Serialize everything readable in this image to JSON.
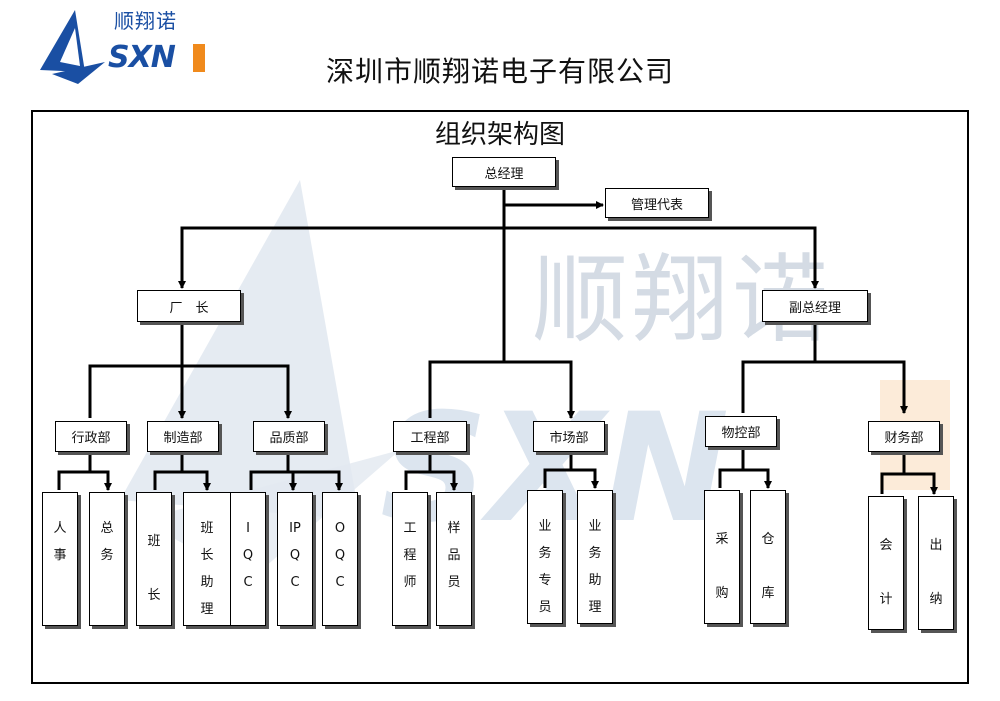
{
  "logo": {
    "name": "顺翔诺",
    "brand": "SXN"
  },
  "company_title": "深圳市顺翔诺电子有限公司",
  "chart_title": "组织架构图",
  "watermark": {
    "name": "顺翔诺",
    "brand": "SXN"
  },
  "nodes": {
    "general_manager": "总经理",
    "management_rep": "管理代表",
    "factory_director": "厂　长",
    "deputy_gm": "副总经理",
    "admin_dept": "行政部",
    "manufacturing_dept": "制造部",
    "quality_dept": "品质部",
    "engineering_dept": "工程部",
    "marketing_dept": "市场部",
    "material_control_dept": "物控部",
    "finance_dept": "财务部"
  },
  "leaves": {
    "hr": "人事",
    "general_affairs": "总务",
    "team_leader": "班长",
    "team_leader_assistant": "班长助理",
    "iqc": "IQC",
    "ipqc": "IPQC",
    "oqc": "OQC",
    "engineer": "工程师",
    "sample_staff": "样品员",
    "sales_specialist": "业务专员",
    "sales_assistant": "业务助理",
    "purchasing": "采购",
    "warehouse": "仓库",
    "accounting": "会计",
    "cashier": "出纳"
  },
  "colors": {
    "brand_blue": "#1a4fa3",
    "brand_orange": "#f08a1c",
    "watermark": "#d4dbe4"
  }
}
